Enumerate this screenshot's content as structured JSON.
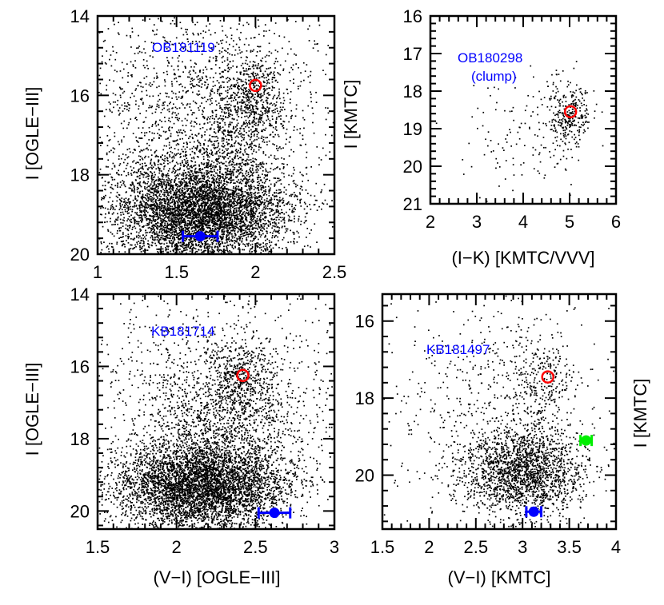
{
  "chart_data": [
    {
      "id": "ob181119",
      "type": "scatter",
      "annotation": "OB181119",
      "ylabel": "I [OGLE−III]",
      "xlabel": "",
      "xlim": [
        1.0,
        2.5
      ],
      "ylim": [
        20,
        14
      ],
      "xticks": [
        1,
        1.5,
        2,
        2.5
      ],
      "xtick_labels": [
        "1",
        "1.5",
        "2",
        "2.5"
      ],
      "yticks": [
        14,
        16,
        18,
        20
      ],
      "ytick_labels": [
        "14",
        "16",
        "18",
        "20"
      ],
      "clump": {
        "x": 2.0,
        "y": 15.75
      },
      "markers": [
        {
          "color": "#0000ff",
          "x": 1.65,
          "y": 19.55,
          "xerr": 0.11
        }
      ],
      "clouds": [
        {
          "cx": 1.65,
          "cy": 18.9,
          "sx": 0.28,
          "sy": 0.65,
          "n": 5200
        },
        {
          "cx": 1.55,
          "cy": 17.0,
          "sx": 0.36,
          "sy": 1.6,
          "n": 1300
        },
        {
          "cx": 1.98,
          "cy": 15.8,
          "sx": 0.09,
          "sy": 0.45,
          "n": 320
        },
        {
          "cx": 1.9,
          "cy": 16.8,
          "sx": 0.13,
          "sy": 0.7,
          "n": 500
        },
        {
          "cx": 1.75,
          "cy": 15.8,
          "sx": 0.45,
          "sy": 1.2,
          "n": 500
        }
      ]
    },
    {
      "id": "ob180298",
      "type": "scatter",
      "annotation": "OB180298",
      "annotation2": "(clump)",
      "ylabel": "I [KMTC]",
      "xlabel": "(I−K) [KMTC/VVV]",
      "xlim": [
        2,
        6
      ],
      "ylim": [
        21,
        16
      ],
      "xticks": [
        2,
        3,
        4,
        5,
        6
      ],
      "xtick_labels": [
        "2",
        "3",
        "4",
        "5",
        "6"
      ],
      "yticks": [
        16,
        17,
        18,
        19,
        20,
        21
      ],
      "ytick_labels": [
        "16",
        "17",
        "18",
        "19",
        "20",
        "21"
      ],
      "clump": {
        "x": 5.02,
        "y": 18.55
      },
      "markers": [],
      "clouds": [
        {
          "cx": 5.0,
          "cy": 18.6,
          "sx": 0.22,
          "sy": 0.45,
          "n": 280
        },
        {
          "cx": 4.0,
          "cy": 19.1,
          "sx": 0.75,
          "sy": 0.85,
          "n": 140
        }
      ]
    },
    {
      "id": "kb181714",
      "type": "scatter",
      "annotation": "KB181714",
      "ylabel": "I [OGLE−III]",
      "xlabel": "(V−I) [OGLE−III]",
      "xlim": [
        1.5,
        3.0
      ],
      "ylim": [
        20.5,
        14
      ],
      "xticks": [
        1.5,
        2,
        2.5,
        3
      ],
      "xtick_labels": [
        "1.5",
        "2",
        "2.5",
        "3"
      ],
      "yticks": [
        14,
        16,
        18,
        20
      ],
      "ytick_labels": [
        "14",
        "16",
        "18",
        "20"
      ],
      "clump": {
        "x": 2.42,
        "y": 16.25
      },
      "markers": [
        {
          "color": "#0000ff",
          "x": 2.62,
          "y": 20.05,
          "xerr": 0.1
        }
      ],
      "clouds": [
        {
          "cx": 2.15,
          "cy": 19.3,
          "sx": 0.27,
          "sy": 0.6,
          "n": 4800
        },
        {
          "cx": 2.3,
          "cy": 17.3,
          "sx": 0.25,
          "sy": 1.0,
          "n": 1100
        },
        {
          "cx": 2.42,
          "cy": 16.3,
          "sx": 0.09,
          "sy": 0.5,
          "n": 300
        },
        {
          "cx": 2.2,
          "cy": 16.5,
          "sx": 0.45,
          "sy": 1.5,
          "n": 900
        }
      ]
    },
    {
      "id": "kb181497",
      "type": "scatter",
      "annotation": "KB181497",
      "ylabel": "I [KMTC]",
      "xlabel": "(V−I) [KMTC]",
      "xlim": [
        1.5,
        4.0
      ],
      "ylim": [
        21.4,
        15.3
      ],
      "xticks": [
        1.5,
        2,
        2.5,
        3,
        3.5,
        4
      ],
      "xtick_labels": [
        "1.5",
        "2",
        "2.5",
        "3",
        "3.5",
        "4"
      ],
      "yticks": [
        16,
        18,
        20
      ],
      "ytick_labels": [
        "16",
        "18",
        "20"
      ],
      "clump": {
        "x": 3.27,
        "y": 17.45
      },
      "markers": [
        {
          "color": "#0000ff",
          "x": 3.12,
          "y": 20.95,
          "xerr": 0.08
        },
        {
          "color": "#00ee00",
          "x": 3.68,
          "y": 19.1,
          "xerr": 0.06
        }
      ],
      "clouds": [
        {
          "cx": 3.0,
          "cy": 19.9,
          "sx": 0.32,
          "sy": 0.55,
          "n": 1900
        },
        {
          "cx": 3.2,
          "cy": 17.6,
          "sx": 0.15,
          "sy": 0.7,
          "n": 260
        },
        {
          "cx": 2.6,
          "cy": 18.2,
          "sx": 0.55,
          "sy": 1.5,
          "n": 600
        }
      ]
    }
  ]
}
